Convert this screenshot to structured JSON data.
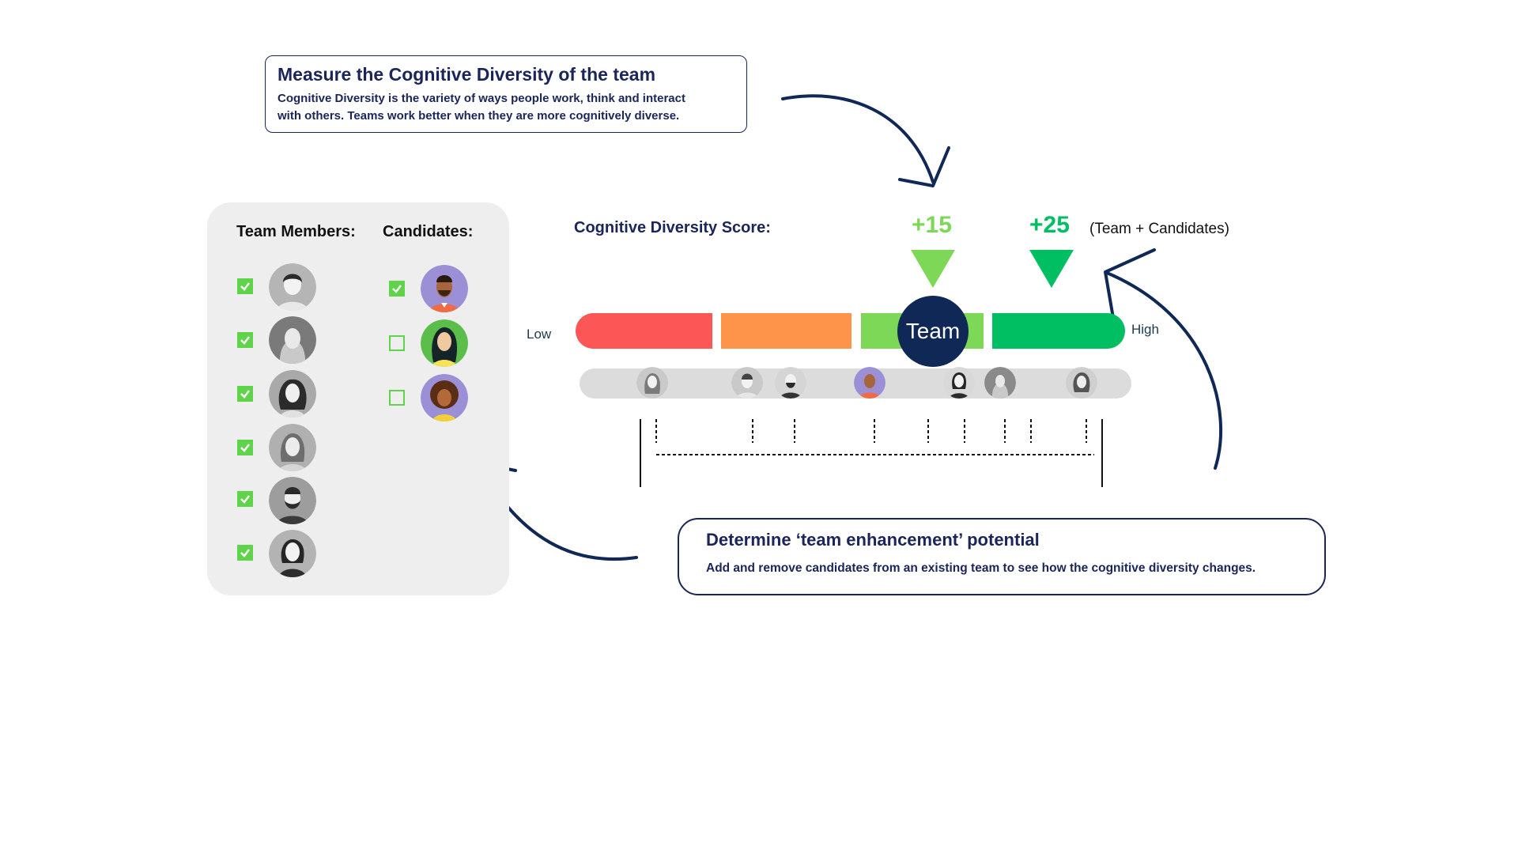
{
  "callout_top": {
    "title": "Measure the Cognitive Diversity of the team",
    "line1": "Cognitive Diversity is the variety of ways people work, think and interact",
    "line2": "with others. Teams work better when they are more cognitively diverse."
  },
  "panel": {
    "team_header": "Team Members:",
    "candidates_header": "Candidates:",
    "team_members": [
      {
        "checked": true,
        "avatar": "man-short-hair-grey"
      },
      {
        "checked": true,
        "avatar": "woman-long-hair-light-grey"
      },
      {
        "checked": true,
        "avatar": "woman-curly-hair-grey"
      },
      {
        "checked": true,
        "avatar": "woman-wavy-hair-grey"
      },
      {
        "checked": true,
        "avatar": "man-beard-grey"
      },
      {
        "checked": true,
        "avatar": "woman-bob-hair-grey"
      }
    ],
    "candidates": [
      {
        "checked": true,
        "avatar": "man-beard-color"
      },
      {
        "checked": false,
        "avatar": "woman-black-hair-color"
      },
      {
        "checked": false,
        "avatar": "woman-curly-hair-color"
      }
    ]
  },
  "score": {
    "label": "Cognitive Diversity Score:",
    "team_delta": "+15",
    "team_candidates_delta": "+25",
    "team_candidates_note": "(Team + Candidates)",
    "low_label": "Low",
    "high_label": "High",
    "team_marker": "Team",
    "segment_colors": [
      "#fc5656",
      "#fd944a",
      "#7dd857",
      "#00bf63"
    ],
    "team_marker_color": "#0f2856",
    "team_delta_color": "#7dd857",
    "team_candidates_delta_color": "#00bf63"
  },
  "callout_bottom": {
    "title": "Determine ‘team enhancement’ potential",
    "body": "Add and remove candidates from an existing team to see how the cognitive diversity changes."
  }
}
